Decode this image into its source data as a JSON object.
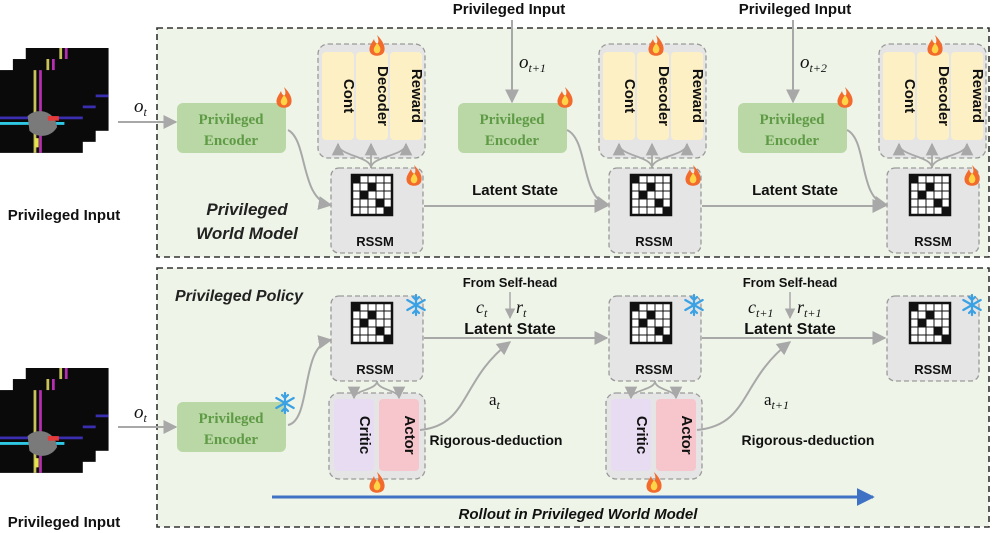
{
  "top_section": {
    "title_line1": "Privileged",
    "title_line2": "World Model",
    "privileged_input_label": "Privileged Input",
    "obs_t": "o",
    "obs_t_sub": "t",
    "obs_t1": "o",
    "obs_t1_sub": "t+1",
    "obs_t2": "o",
    "obs_t2_sub": "t+2",
    "encoder_line1": "Privileged",
    "encoder_line2": "Encoder",
    "head_cont": "Cont",
    "head_decoder": "Decoder",
    "head_reward": "Reward",
    "rssm": "RSSM",
    "latent_state": "Latent State"
  },
  "bottom_section": {
    "title": "Privileged Policy",
    "privileged_input_label": "Privileged Input",
    "obs_t": "o",
    "obs_t_sub": "t",
    "encoder_line1": "Privileged",
    "encoder_line2": "Encoder",
    "rssm": "RSSM",
    "critic": "Critic",
    "actor": "Actor",
    "from_self_head": "From Self-head",
    "latent_state": "Latent State",
    "c_t": "c",
    "c_t_sub": "t",
    "r_t": "r",
    "r_t_sub": "t",
    "c_t1": "c",
    "c_t1_sub": "t+1",
    "r_t1": "r",
    "r_t1_sub": "t+1",
    "a_t": "a",
    "a_t_sub": "t",
    "a_t1": "a",
    "a_t1_sub": "t+1",
    "rigorous_deduction": "Rigorous-deduction",
    "rollout": "Rollout in Privileged World Model"
  },
  "colors": {
    "panel_bg": "#eef4e8",
    "encoder_fill": "#b9d8a6",
    "encoder_text": "#5f9a45",
    "head_fill": "#fdf0c4",
    "critic_fill": "#e8dcf3",
    "actor_fill": "#f6c6cc",
    "rollout_arrow": "#3f72c4",
    "arrow_gray": "#a8a8a8"
  },
  "icons": [
    "flame-icon",
    "snowflake-icon",
    "bev-map-icon",
    "rssm-grid-icon"
  ]
}
